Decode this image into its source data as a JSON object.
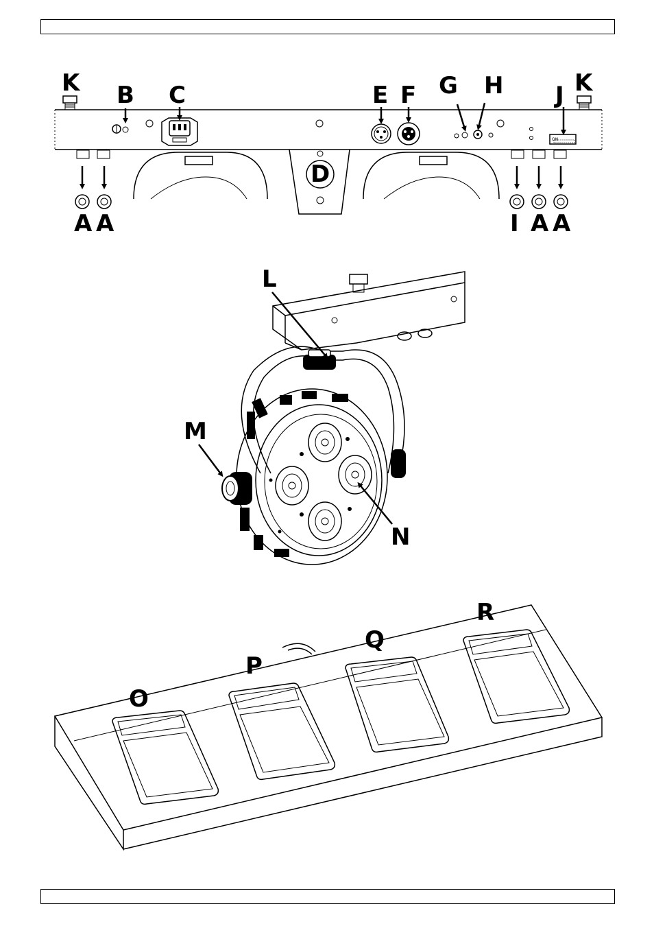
{
  "labels": {
    "A": "A",
    "B": "B",
    "C": "C",
    "D": "D",
    "E": "E",
    "F": "F",
    "G": "G",
    "H": "H",
    "I": "I",
    "J": "J",
    "K": "K",
    "L": "L",
    "M": "M",
    "N": "N",
    "O": "O",
    "P": "P",
    "Q": "Q",
    "R": "R"
  },
  "dip_switch_text": "ON"
}
